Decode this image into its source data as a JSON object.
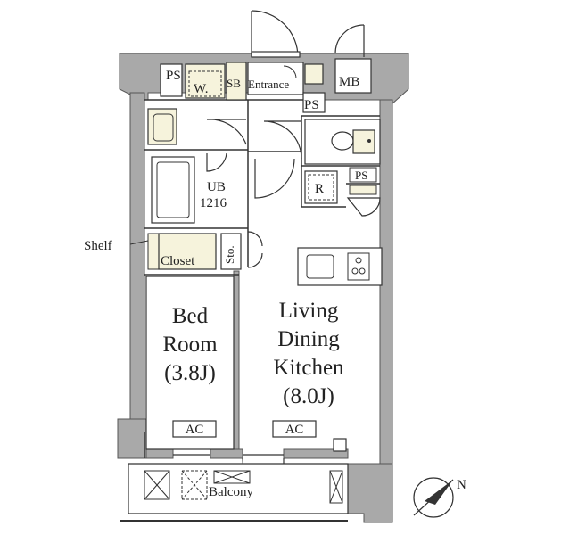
{
  "rooms": {
    "bedroom": {
      "line1": "Bed",
      "line2": "Room",
      "size": "(3.8J)"
    },
    "ldk": {
      "line1": "Living",
      "line2": "Dining",
      "line3": "Kitchen",
      "size": "(8.0J)"
    },
    "ub": {
      "line1": "UB",
      "line2": "1216"
    }
  },
  "labels": {
    "ps_top": "PS",
    "washer": "W.",
    "sb": "SB",
    "entrance": "Entrance",
    "mb": "MB",
    "ps_mid": "PS",
    "refrigerator": "R",
    "ps_right": "PS",
    "shelf": "Shelf",
    "closet": "Closet",
    "storage": "Sto.",
    "ac_bedroom": "AC",
    "ac_ldk": "AC",
    "balcony": "Balcony",
    "north": "N"
  },
  "colors": {
    "wall": "#a9a9a9",
    "wall_stroke": "#555555",
    "line": "#333333",
    "fixture": "#f6f3dc",
    "floor": "#ffffff"
  }
}
